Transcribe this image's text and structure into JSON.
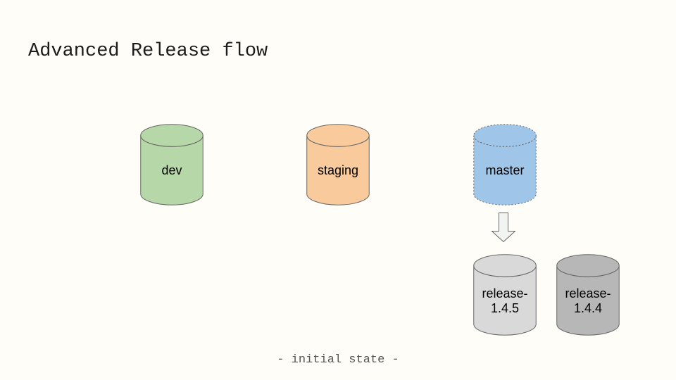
{
  "slide": {
    "title": "Advanced Release flow",
    "caption": "- initial state -"
  },
  "colors": {
    "background": "#fffdf7",
    "outline": "#666666",
    "arrow_fill": "#f2f4f1",
    "title_text": "#1c1c1c",
    "caption_text": "#565656",
    "label_text": "#000000"
  },
  "diagram": {
    "branches": [
      {
        "label": "dev",
        "fill": "#b6d7a8",
        "outline_style": "solid"
      },
      {
        "label": "staging",
        "fill": "#f9cb9c",
        "outline_style": "solid"
      },
      {
        "label": "master",
        "fill": "#9fc5e8",
        "outline_style": "dotted"
      },
      {
        "label": "release-\n1.4.5",
        "fill": "#d9d9d9",
        "outline_style": "solid"
      },
      {
        "label": "release-\n1.4.4",
        "fill": "#b7b7b7",
        "outline_style": "solid"
      }
    ],
    "arrow": {
      "direction": "down",
      "from": "master",
      "to": "release-1.4.5"
    }
  }
}
